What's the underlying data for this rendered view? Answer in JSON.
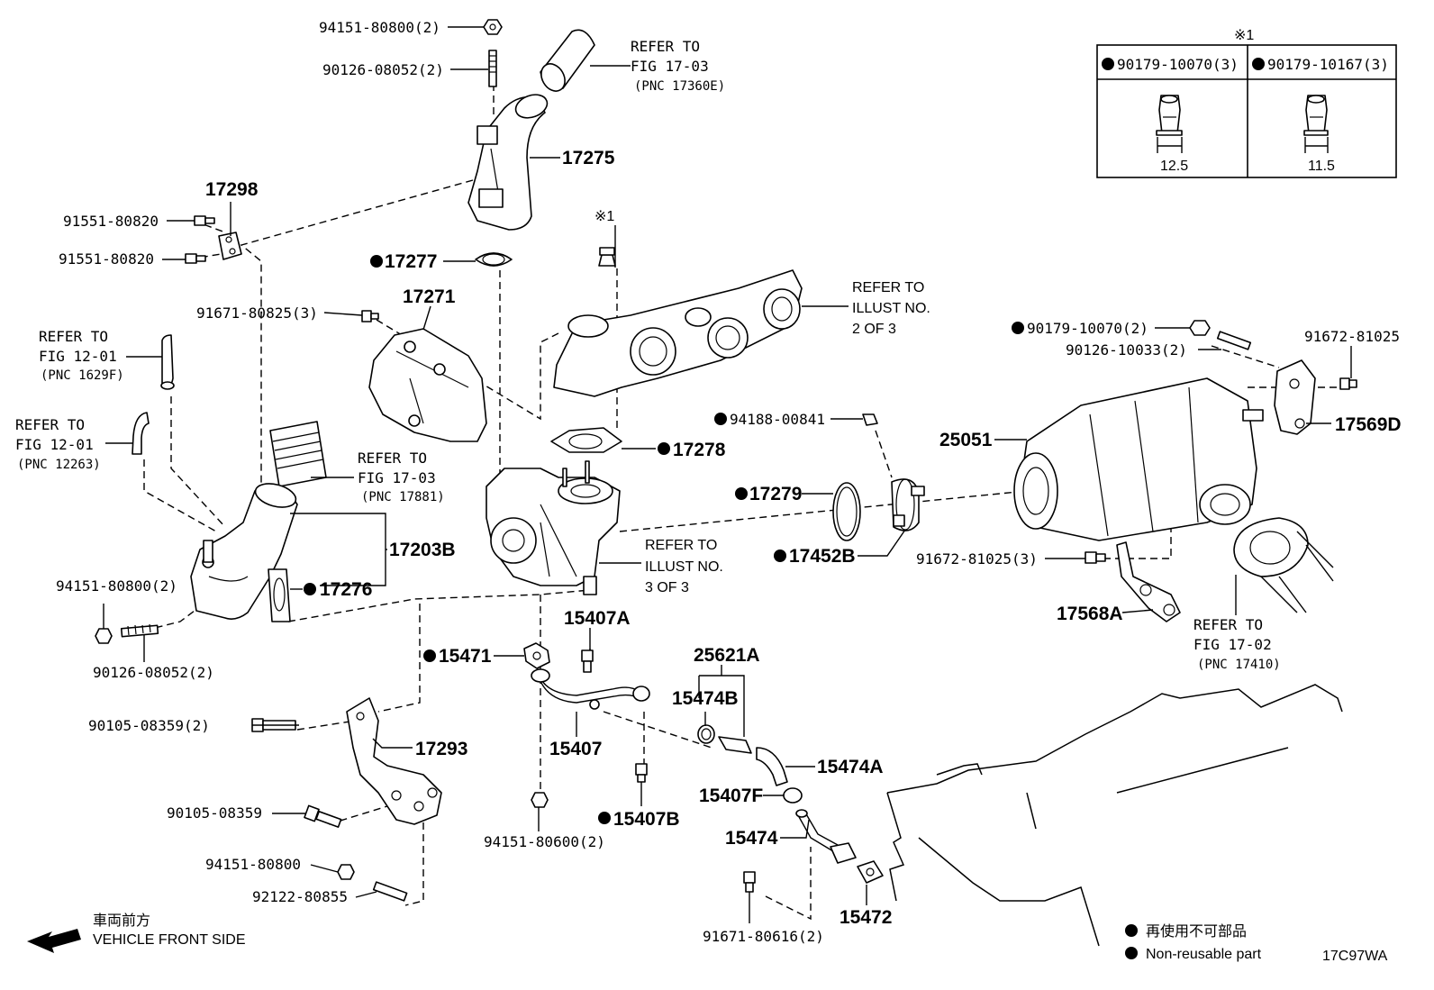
{
  "labels": {
    "p94151_80800_2_top": "94151-80800(2)",
    "p90126_08052_2_top": "90126-08052(2)",
    "refer_17360e_1": "REFER TO",
    "refer_17360e_2": "FIG 17-03",
    "refer_17360e_3": "(PNC 17360E)",
    "p17275": "17275",
    "p17298": "17298",
    "p91551_80820_a": "91551-80820",
    "p91551_80820_b": "91551-80820",
    "p17277": "17277",
    "p17271": "17271",
    "p91671_80825_3": "91671-80825(3)",
    "refer_1629f_1": "REFER TO",
    "refer_1629f_2": "FIG 12-01",
    "refer_1629f_3": "(PNC 1629F)",
    "refer_12263_1": "REFER TO",
    "refer_12263_2": "FIG 12-01",
    "refer_12263_3": "(PNC 12263)",
    "refer_17881_1": "REFER TO",
    "refer_17881_2": "FIG 17-03",
    "refer_17881_3": "(PNC 17881)",
    "p17203b": "17203B",
    "p17276": "17276",
    "p94151_80800_2_left": "94151-80800(2)",
    "p90126_08052_2_left": "90126-08052(2)",
    "note_mark_1": "※1",
    "refer_illust2_1": "REFER TO",
    "refer_illust2_2": "ILLUST NO.",
    "refer_illust2_3": "2 OF 3",
    "p17278": "17278",
    "refer_illust3_1": "REFER TO",
    "refer_illust3_2": "ILLUST NO.",
    "refer_illust3_3": "3 OF 3",
    "p94188_00841": "94188-00841",
    "p17279": "17279",
    "p17452b": "17452B",
    "p90179_10070_2": "90179-10070(2)",
    "p90126_10033_2": "90126-10033(2)",
    "p91672_81025": "91672-81025",
    "p25051": "25051",
    "p17569d": "17569D",
    "p91672_81025_3": "91672-81025(3)",
    "p17568a": "17568A",
    "refer_17410_1": "REFER TO",
    "refer_17410_2": "FIG 17-02",
    "refer_17410_3": "(PNC 17410)",
    "p15407a": "15407A",
    "p15471": "15471",
    "p25621a": "25621A",
    "p15474b": "15474B",
    "p90105_08359_2": "90105-08359(2)",
    "p17293": "17293",
    "p15407": "15407",
    "p15474a": "15474A",
    "p15407f": "15407F",
    "p90105_08359": "90105-08359",
    "p15407b": "15407B",
    "p94151_80600_2": "94151-80600(2)",
    "p15474": "15474",
    "p94151_80800": "94151-80800",
    "p92122_80855": "92122-80855",
    "p15472": "15472",
    "p91671_80616_2": "91671-80616(2)",
    "front_jp": "車両前方",
    "front_en": "VEHICLE FRONT SIDE",
    "legend_jp": "再使用不可部品",
    "legend_en": "Non-reusable part",
    "fig_code": "17C97WA"
  },
  "inset": {
    "mark": "※1",
    "col1_part": "90179-10070(3)",
    "col2_part": "90179-10167(3)",
    "col1_dim": "12.5",
    "col2_dim": "11.5"
  }
}
